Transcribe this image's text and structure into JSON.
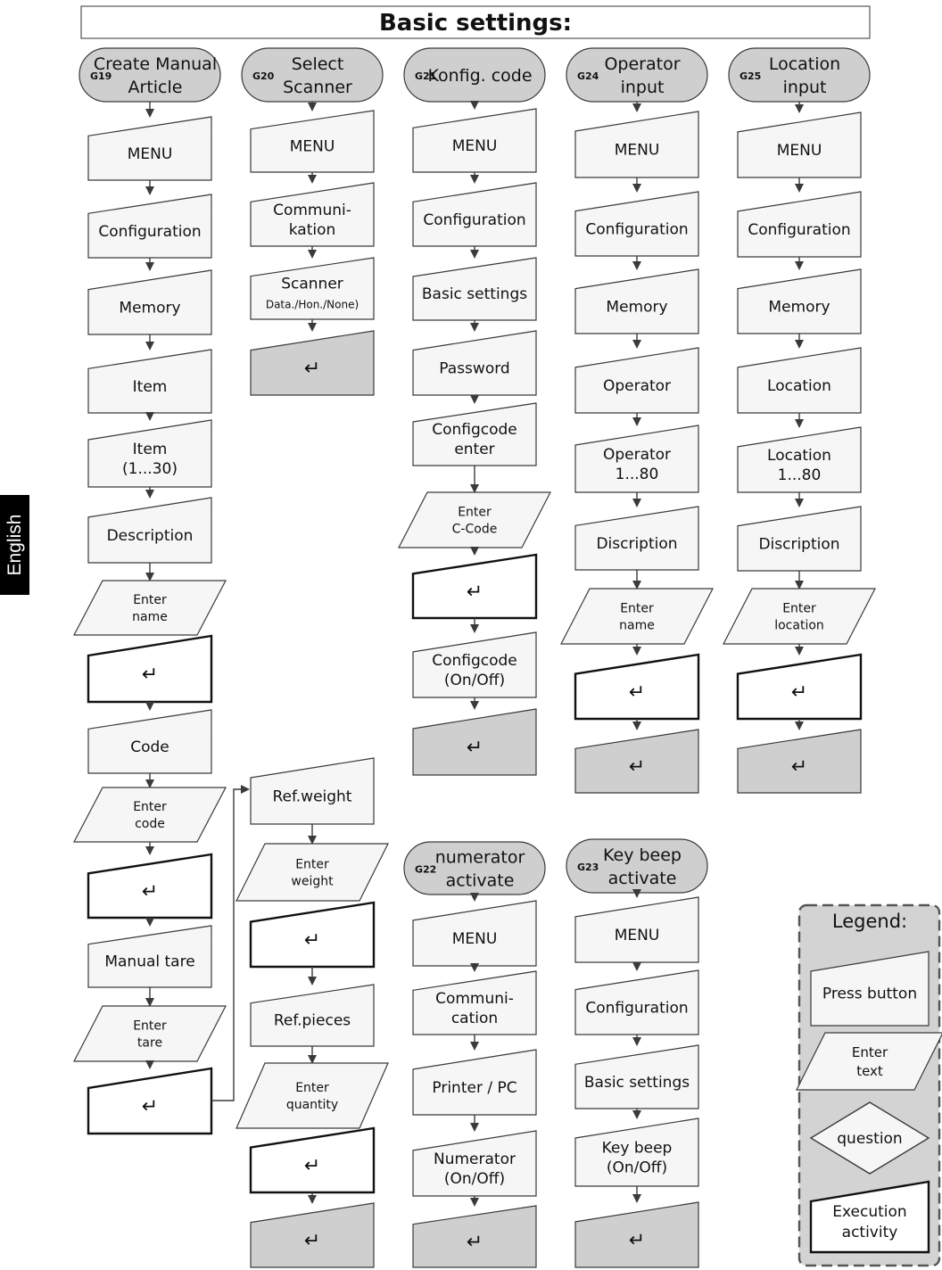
{
  "title": "Basic settings:",
  "side_tab": "English",
  "colors": {
    "accent_fill": "#cfcfcf",
    "box_fill": "#f6f6f6",
    "border": "#3a3a3a",
    "legend_bg": "#d3d3d3"
  },
  "icons": {
    "enter_symbol": "↵",
    "enter_icon": "enter-return-icon"
  },
  "flows": [
    {
      "id": "g19",
      "code": "G19",
      "label": [
        "Create Manual",
        "Article"
      ],
      "steps": [
        {
          "type": "button",
          "text": [
            "MENU"
          ]
        },
        {
          "type": "button",
          "text": [
            "Configuration"
          ]
        },
        {
          "type": "button",
          "text": [
            "Memory"
          ]
        },
        {
          "type": "button",
          "text": [
            "Item"
          ]
        },
        {
          "type": "button",
          "text": [
            "Item",
            "(1...30)"
          ]
        },
        {
          "type": "button",
          "text": [
            "Description"
          ]
        },
        {
          "type": "input",
          "text": [
            "Enter",
            "name"
          ]
        },
        {
          "type": "exec",
          "text": [
            "↵"
          ]
        },
        {
          "type": "button",
          "text": [
            "Code"
          ]
        },
        {
          "type": "input",
          "text": [
            "Enter",
            "code"
          ]
        },
        {
          "type": "exec",
          "text": [
            "↵"
          ]
        },
        {
          "type": "button",
          "text": [
            "Manual tare"
          ]
        },
        {
          "type": "input",
          "text": [
            "Enter",
            "tare"
          ]
        },
        {
          "type": "exec",
          "text": [
            "↵"
          ]
        }
      ]
    },
    {
      "id": "g20",
      "code": "G20",
      "label": [
        "Select",
        "Scanner"
      ],
      "steps": [
        {
          "type": "button",
          "text": [
            "MENU"
          ]
        },
        {
          "type": "button",
          "text": [
            "Communi-",
            "kation"
          ]
        },
        {
          "type": "button",
          "text": [
            "Scanner",
            "Data./Hon./None)"
          ]
        },
        {
          "type": "final",
          "text": [
            "↵"
          ]
        }
      ]
    },
    {
      "id": "g20b",
      "code": "",
      "label": [],
      "steps": [
        {
          "type": "button",
          "text": [
            "Ref.weight"
          ]
        },
        {
          "type": "input",
          "text": [
            "Enter",
            "weight"
          ]
        },
        {
          "type": "exec",
          "text": [
            "↵"
          ]
        },
        {
          "type": "button",
          "text": [
            "Ref.pieces"
          ]
        },
        {
          "type": "input",
          "text": [
            "Enter",
            "quantity"
          ]
        },
        {
          "type": "exec",
          "text": [
            "↵"
          ]
        },
        {
          "type": "final",
          "text": [
            "↵"
          ]
        }
      ]
    },
    {
      "id": "g21",
      "code": "G21",
      "label": [
        "Konfig. code"
      ],
      "steps": [
        {
          "type": "button",
          "text": [
            "MENU"
          ]
        },
        {
          "type": "button",
          "text": [
            "Configuration"
          ]
        },
        {
          "type": "button",
          "text": [
            "Basic settings"
          ]
        },
        {
          "type": "button",
          "text": [
            "Password"
          ]
        },
        {
          "type": "button",
          "text": [
            "Configcode",
            "enter"
          ]
        },
        {
          "type": "input",
          "text": [
            "Enter",
            "C-Code"
          ]
        },
        {
          "type": "exec",
          "text": [
            "↵"
          ]
        },
        {
          "type": "button",
          "text": [
            "Configcode",
            "(On/Off)"
          ]
        },
        {
          "type": "final",
          "text": [
            "↵"
          ]
        }
      ]
    },
    {
      "id": "g22",
      "code": "G22",
      "label": [
        "numerator",
        "activate"
      ],
      "steps": [
        {
          "type": "button",
          "text": [
            "MENU"
          ]
        },
        {
          "type": "button",
          "text": [
            "Communi-",
            "cation"
          ]
        },
        {
          "type": "button",
          "text": [
            "Printer / PC"
          ]
        },
        {
          "type": "button",
          "text": [
            "Numerator",
            "(On/Off)"
          ]
        },
        {
          "type": "final",
          "text": [
            "↵"
          ]
        }
      ]
    },
    {
      "id": "g24",
      "code": "G24",
      "label": [
        "Operator",
        "input"
      ],
      "steps": [
        {
          "type": "button",
          "text": [
            "MENU"
          ]
        },
        {
          "type": "button",
          "text": [
            "Configuration"
          ]
        },
        {
          "type": "button",
          "text": [
            "Memory"
          ]
        },
        {
          "type": "button",
          "text": [
            "Operator"
          ]
        },
        {
          "type": "button",
          "text": [
            "Operator",
            "1...80"
          ]
        },
        {
          "type": "button",
          "text": [
            "Discription"
          ]
        },
        {
          "type": "input",
          "text": [
            "Enter",
            "name"
          ]
        },
        {
          "type": "exec",
          "text": [
            "↵"
          ]
        },
        {
          "type": "final",
          "text": [
            "↵"
          ]
        }
      ]
    },
    {
      "id": "g23",
      "code": "G23",
      "label": [
        "Key beep",
        "activate"
      ],
      "steps": [
        {
          "type": "button",
          "text": [
            "MENU"
          ]
        },
        {
          "type": "button",
          "text": [
            "Configuration"
          ]
        },
        {
          "type": "button",
          "text": [
            "Basic settings"
          ]
        },
        {
          "type": "button",
          "text": [
            "Key beep",
            "(On/Off)"
          ]
        },
        {
          "type": "final",
          "text": [
            "↵"
          ]
        }
      ]
    },
    {
      "id": "g25",
      "code": "G25",
      "label": [
        "Location",
        "input"
      ],
      "steps": [
        {
          "type": "button",
          "text": [
            "MENU"
          ]
        },
        {
          "type": "button",
          "text": [
            "Configuration"
          ]
        },
        {
          "type": "button",
          "text": [
            "Memory"
          ]
        },
        {
          "type": "button",
          "text": [
            "Location"
          ]
        },
        {
          "type": "button",
          "text": [
            "Location",
            "1...80"
          ]
        },
        {
          "type": "button",
          "text": [
            "Discription"
          ]
        },
        {
          "type": "input",
          "text": [
            "Enter",
            "location"
          ]
        },
        {
          "type": "exec",
          "text": [
            "↵"
          ]
        },
        {
          "type": "final",
          "text": [
            "↵"
          ]
        }
      ]
    }
  ],
  "legend": {
    "title": "Legend:",
    "items": [
      {
        "type": "button",
        "text": [
          "Press button"
        ]
      },
      {
        "type": "input",
        "text": [
          "Enter",
          "text"
        ]
      },
      {
        "type": "question",
        "text": [
          "question"
        ]
      },
      {
        "type": "exec",
        "text": [
          "Execution",
          "activity"
        ]
      }
    ]
  }
}
